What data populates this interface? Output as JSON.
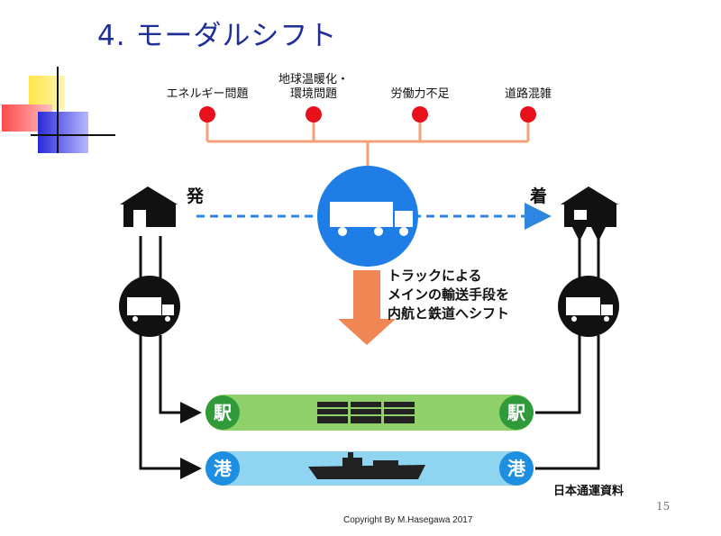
{
  "title": "4. モーダルシフト",
  "issues": [
    {
      "label": "エネルギー問題"
    },
    {
      "label": "地球温暖化・\n環境問題"
    },
    {
      "label": "労働力不足"
    },
    {
      "label": "道路混雑"
    }
  ],
  "departure_label": "発",
  "arrival_label": "着",
  "shift_text": [
    "トラックによる",
    "メインの輸送手段を",
    "内航と鉄道へシフト"
  ],
  "rail_station_label": "駅",
  "port_label": "港",
  "source": "日本通運資料",
  "page_number": "15",
  "copyright": "Copyright By M.Hasegawa 2017",
  "colors": {
    "title": "#1f2e99",
    "issue_dot": "#e8101a",
    "issue_line": "#f0a27a",
    "truck_circle": "#1e7ee6",
    "flow_arrow": "#2f86e0",
    "shift_arrow": "#f08654",
    "rail_band": "#8fd06a",
    "rail_station": "#2f9a3a",
    "sea_band": "#8fd4f0",
    "port_station": "#1e8ee0"
  },
  "icons": [
    "warehouse-icon",
    "truck-icon",
    "train-icon",
    "ship-icon"
  ]
}
